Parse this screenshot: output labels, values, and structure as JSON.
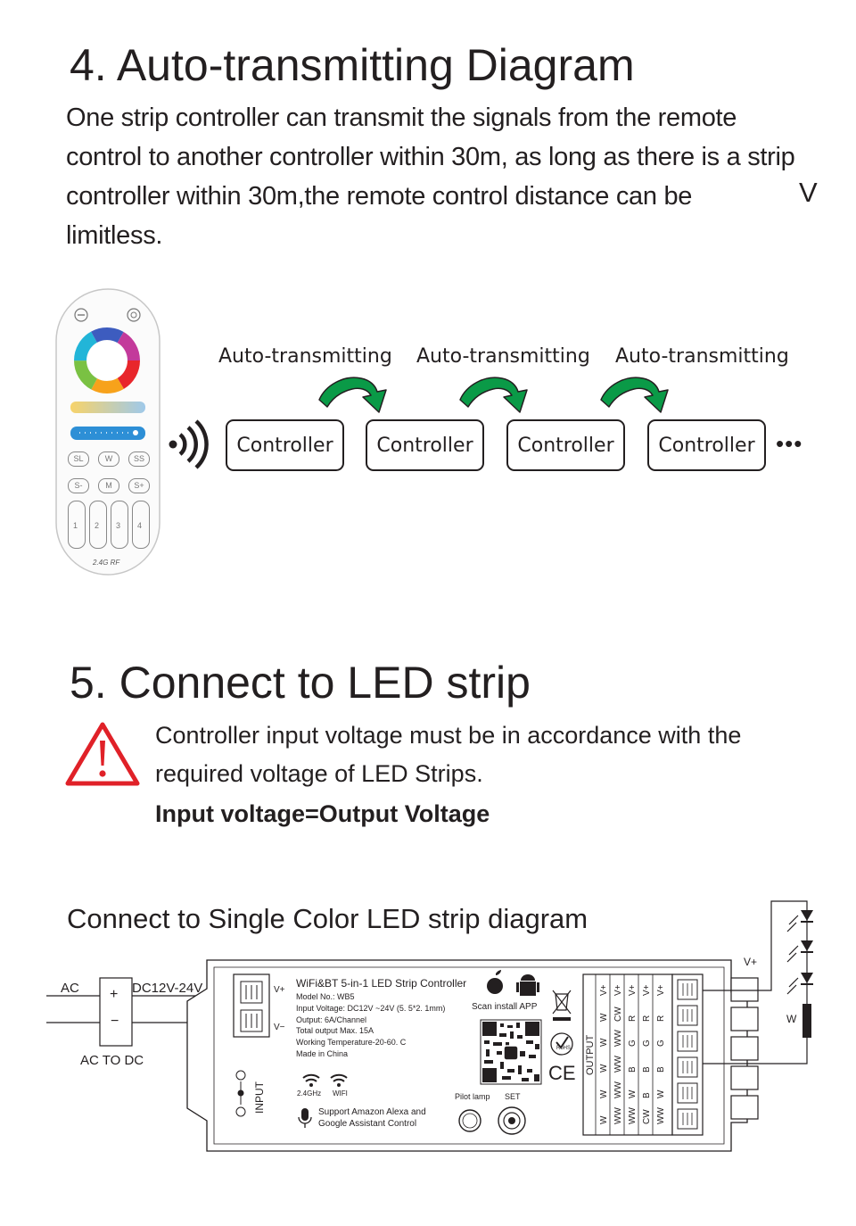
{
  "section4": {
    "title": "4. Auto-transmitting Diagram",
    "paragraph": [
      "One strip controller can transmit the signals from the remote",
      "control to another controller within 30m, as long as there is a strip",
      "controller within 30m,the remote control distance can be",
      "limitless."
    ],
    "stray_char": "V",
    "auto_labels": [
      "Auto-transmitting",
      "Auto-transmitting",
      "Auto-transmitting"
    ],
    "controllers": [
      "Controller",
      "Controller",
      "Controller",
      "Controller"
    ],
    "ellipsis": "•••",
    "remote": {
      "buttons_row1": [
        "SL",
        "W",
        "SS"
      ],
      "buttons_row2": [
        "S-",
        "M",
        "S+"
      ],
      "zones": [
        "1",
        "2",
        "3",
        "4"
      ],
      "brand": "2.4G RF"
    }
  },
  "section5": {
    "title": "5. Connect to LED strip",
    "warning_lines": [
      "Controller input voltage must be in accordance with the",
      "required voltage of LED Strips."
    ],
    "warning_bold": "Input voltage=Output Voltage",
    "diagram_title": "Connect to Single Color LED strip diagram"
  },
  "diagram": {
    "ac": "AC",
    "dc": "DC12V-24V",
    "plus": "+",
    "minus": "−",
    "ac_to_dc": "AC TO DC",
    "vplus_in": "V+",
    "vminus_in": "V−",
    "input_label": "INPUT",
    "product_title": "WiFi&BT 5-in-1 LED Strip Controller",
    "specs": [
      "Model No.: WB5",
      "Input Voltage: DC12V ~24V (5. 5*2. 1mm)",
      "Output: 6A/Channel",
      "Total output Max. 15A",
      "Working Temperature-20-60. C",
      "Made in China"
    ],
    "scan_app": "Scan install APP",
    "ghz": "2.4GHz",
    "wifi": "WIFI",
    "alexa": [
      "Support Amazon Alexa and",
      "Google Assistant Control"
    ],
    "pilot_lamp": "Pilot lamp",
    "set": "SET",
    "output_label": "OUTPUT",
    "rohs": "RoHS",
    "ce": "CE",
    "terminal_columns": [
      [
        "V+",
        "W",
        "W",
        "W",
        "W",
        "W"
      ],
      [
        "V+",
        "CW",
        "WW",
        "WW",
        "WW",
        "WW"
      ],
      [
        "V+",
        "R",
        "G",
        "B",
        "W",
        "WW"
      ],
      [
        "V+",
        "R",
        "G",
        "B",
        "B",
        "CW"
      ],
      [
        "V+",
        "R",
        "G",
        "B",
        "W",
        "WW"
      ]
    ],
    "strip_vplus": "V+",
    "strip_w": "W"
  },
  "colors": {
    "text": "#231f20",
    "arrow_green": "#0a9a47",
    "warning_red": "#e02128"
  }
}
